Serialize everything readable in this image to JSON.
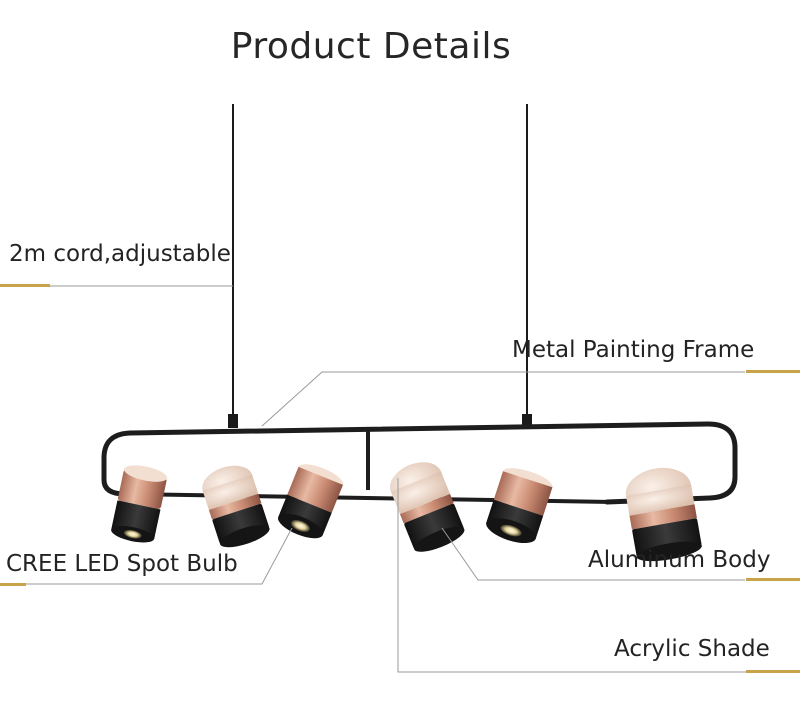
{
  "title": "Product Details",
  "labels": {
    "cord": "2m cord,adjustable",
    "frame": "Metal Painting Frame",
    "bulb": "CREE LED Spot Bulb",
    "body": "Aluminum Body",
    "shade": "Acrylic Shade"
  },
  "colors": {
    "accent": "#c9a349",
    "frame": "#1d1d1d",
    "rose_gold": "#c98b72",
    "shade": "#f0ddd0",
    "leader": "#9a9a9a"
  }
}
